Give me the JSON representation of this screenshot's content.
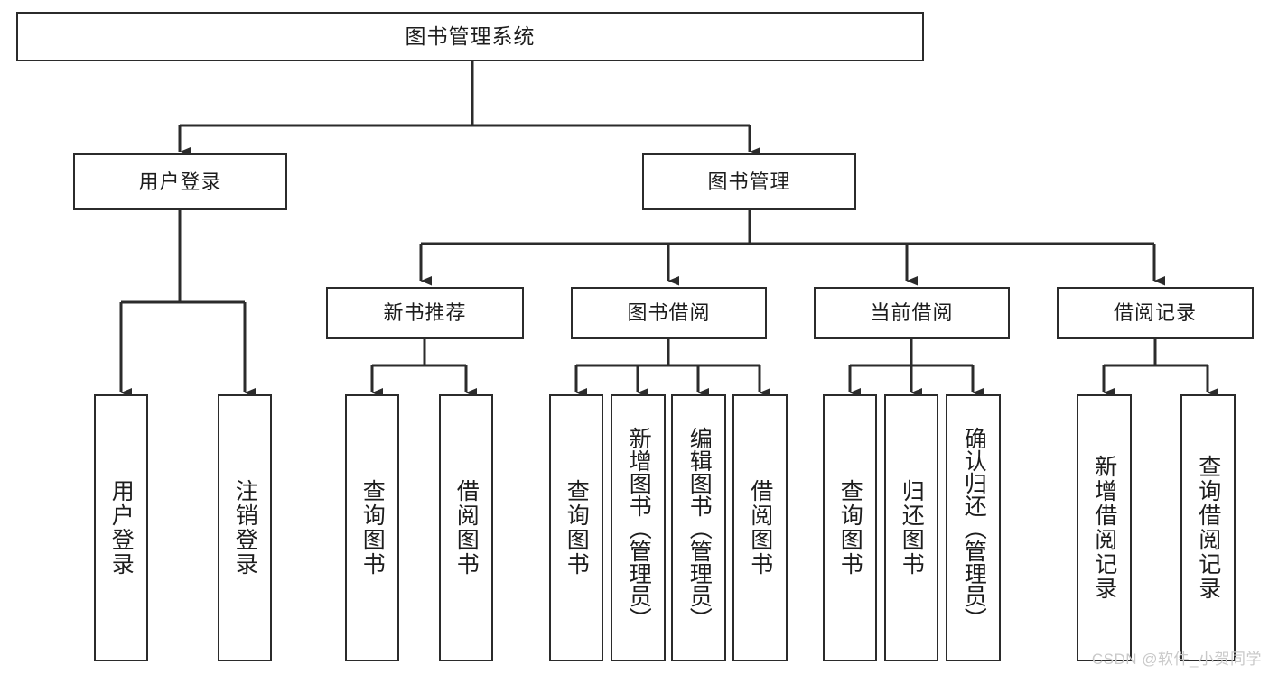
{
  "diagram": {
    "type": "tree-hierarchy",
    "title": "图书管理系统",
    "root": {
      "label": "图书管理系统"
    },
    "level1": [
      {
        "label": "用户登录"
      },
      {
        "label": "图书管理"
      }
    ],
    "level2": [
      {
        "label": "新书推荐"
      },
      {
        "label": "图书借阅"
      },
      {
        "label": "当前借阅"
      },
      {
        "label": "借阅记录"
      }
    ],
    "leaves": [
      {
        "label": "用户登录",
        "parent": "用户登录"
      },
      {
        "label": "注销登录",
        "parent": "用户登录"
      },
      {
        "label": "查询图书",
        "parent": "新书推荐"
      },
      {
        "label": "借阅图书",
        "parent": "新书推荐"
      },
      {
        "label": "查询图书",
        "parent": "图书借阅"
      },
      {
        "label": "新增图书（管理员）",
        "parent": "图书借阅"
      },
      {
        "label": "编辑图书（管理员）",
        "parent": "图书借阅"
      },
      {
        "label": "借阅图书",
        "parent": "图书借阅"
      },
      {
        "label": "查询图书",
        "parent": "当前借阅"
      },
      {
        "label": "归还图书",
        "parent": "当前借阅"
      },
      {
        "label": "确认归还（管理员）",
        "parent": "当前借阅"
      },
      {
        "label": "新增借阅记录",
        "parent": "借阅记录"
      },
      {
        "label": "查询借阅记录",
        "parent": "借阅记录"
      }
    ],
    "watermark": "CSDN @软件_小贺同学",
    "colors": {
      "stroke": "#2b2b2b",
      "fill": "#ffffff",
      "text": "#1d1d1d",
      "watermark": "#c9c9c9"
    }
  }
}
